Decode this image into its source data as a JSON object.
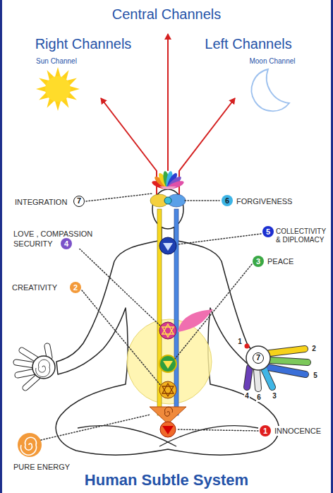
{
  "diagram": {
    "caption": "Human Subtle System",
    "labels": [
      "Central Channels",
      "Right Channels",
      "Left Channels",
      "Sun Channel",
      "Moon Channel",
      "INTEGRATION",
      "7",
      "6",
      "FORGIVENESS",
      "LOVE , COMPASSION SECURITY",
      "4",
      "5",
      "COLLECTIVITY & DIPLOMACY",
      "3",
      "PEACE",
      "CREATIVITY",
      "2",
      "1",
      "7",
      "2",
      "5",
      "4",
      "6",
      "3",
      "1",
      "INNOCENCE",
      "PURE ENERGY"
    ]
  }
}
